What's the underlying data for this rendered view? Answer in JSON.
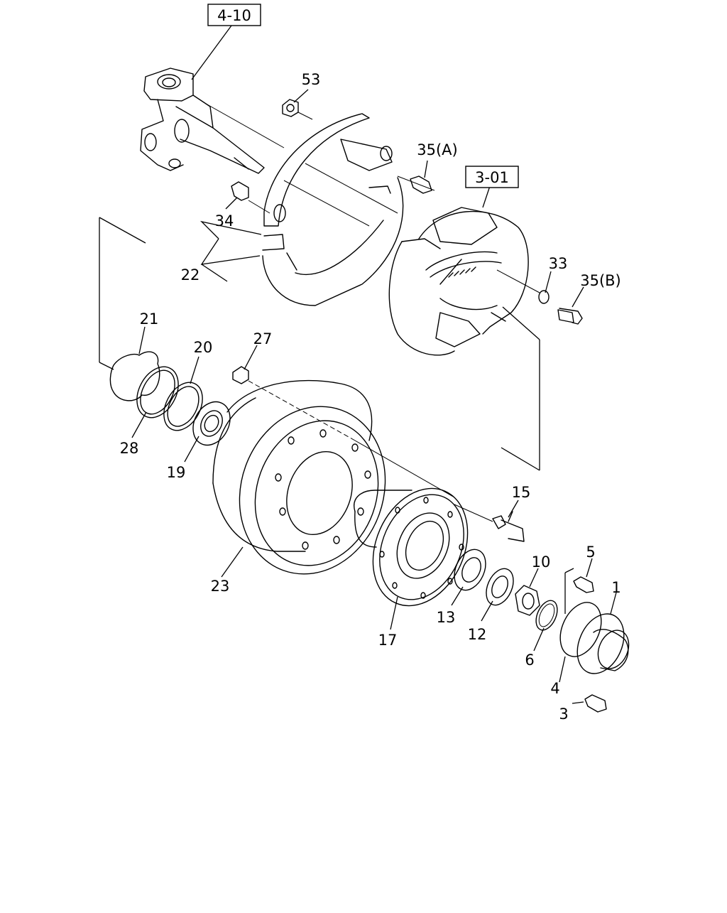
{
  "diagram": {
    "ref_boxes": [
      {
        "id": "ref_4_10",
        "label": "4-10"
      },
      {
        "id": "ref_3_01",
        "label": "3-01"
      }
    ],
    "part_labels": [
      {
        "id": "p53",
        "label": "53"
      },
      {
        "id": "p35a",
        "label": "35(A)"
      },
      {
        "id": "p34",
        "label": "34"
      },
      {
        "id": "p22",
        "label": "22"
      },
      {
        "id": "p33",
        "label": "33"
      },
      {
        "id": "p35b",
        "label": "35(B)"
      },
      {
        "id": "p21",
        "label": "21"
      },
      {
        "id": "p20",
        "label": "20"
      },
      {
        "id": "p27",
        "label": "27"
      },
      {
        "id": "p28",
        "label": "28"
      },
      {
        "id": "p19",
        "label": "19"
      },
      {
        "id": "p15",
        "label": "15"
      },
      {
        "id": "p5",
        "label": "5"
      },
      {
        "id": "p10",
        "label": "10"
      },
      {
        "id": "p1",
        "label": "1"
      },
      {
        "id": "p23",
        "label": "23"
      },
      {
        "id": "p13",
        "label": "13"
      },
      {
        "id": "p12",
        "label": "12"
      },
      {
        "id": "p17",
        "label": "17"
      },
      {
        "id": "p6",
        "label": "6"
      },
      {
        "id": "p4",
        "label": "4"
      },
      {
        "id": "p3",
        "label": "3"
      }
    ]
  }
}
